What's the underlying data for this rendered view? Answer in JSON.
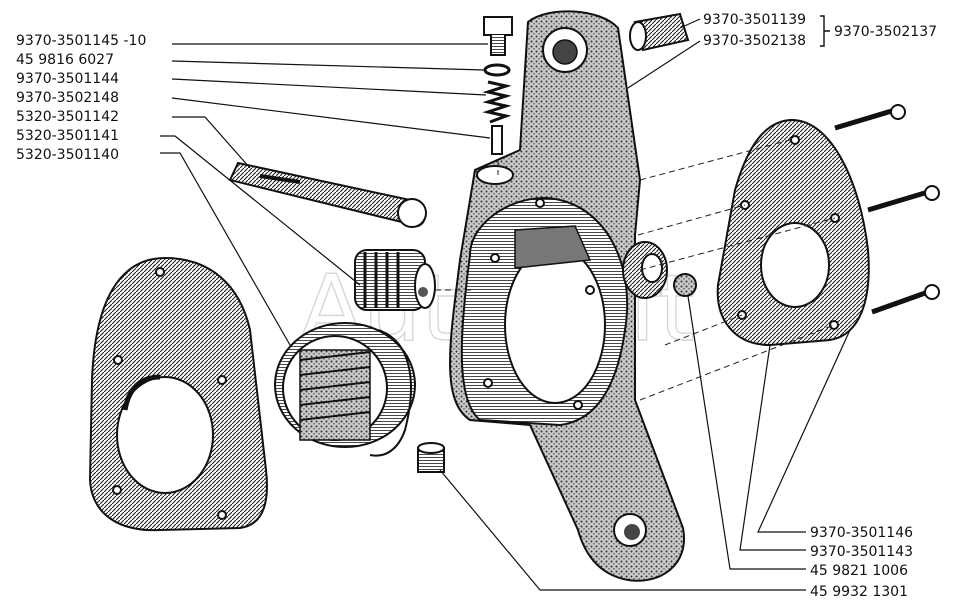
{
  "watermark": "AutoSoft",
  "labels_left": [
    {
      "id": "lbl-1",
      "text": "9370-3501145 -10"
    },
    {
      "id": "lbl-2",
      "text": "45 9816 6027"
    },
    {
      "id": "lbl-3",
      "text": "9370-3501144"
    },
    {
      "id": "lbl-4",
      "text": "9370-3502148"
    },
    {
      "id": "lbl-5",
      "text": "5320-3501142"
    },
    {
      "id": "lbl-6",
      "text": "5320-3501141"
    },
    {
      "id": "lbl-7",
      "text": "5320-3501140"
    }
  ],
  "labels_top_right": [
    {
      "id": "lbl-8",
      "text": "9370-3501139"
    },
    {
      "id": "lbl-9",
      "text": "9370-3502138"
    },
    {
      "id": "lbl-10",
      "text": "9370-3502137"
    }
  ],
  "labels_bottom_right": [
    {
      "id": "lbl-11",
      "text": "9370-3501146"
    },
    {
      "id": "lbl-12",
      "text": "9370-3501143"
    },
    {
      "id": "lbl-13",
      "text": "45 9821 1006"
    },
    {
      "id": "lbl-14",
      "text": "45 9932 1301"
    }
  ],
  "colors": {
    "ink": "#111111",
    "shade": "#6f6f6f",
    "paper": "#ffffff"
  }
}
